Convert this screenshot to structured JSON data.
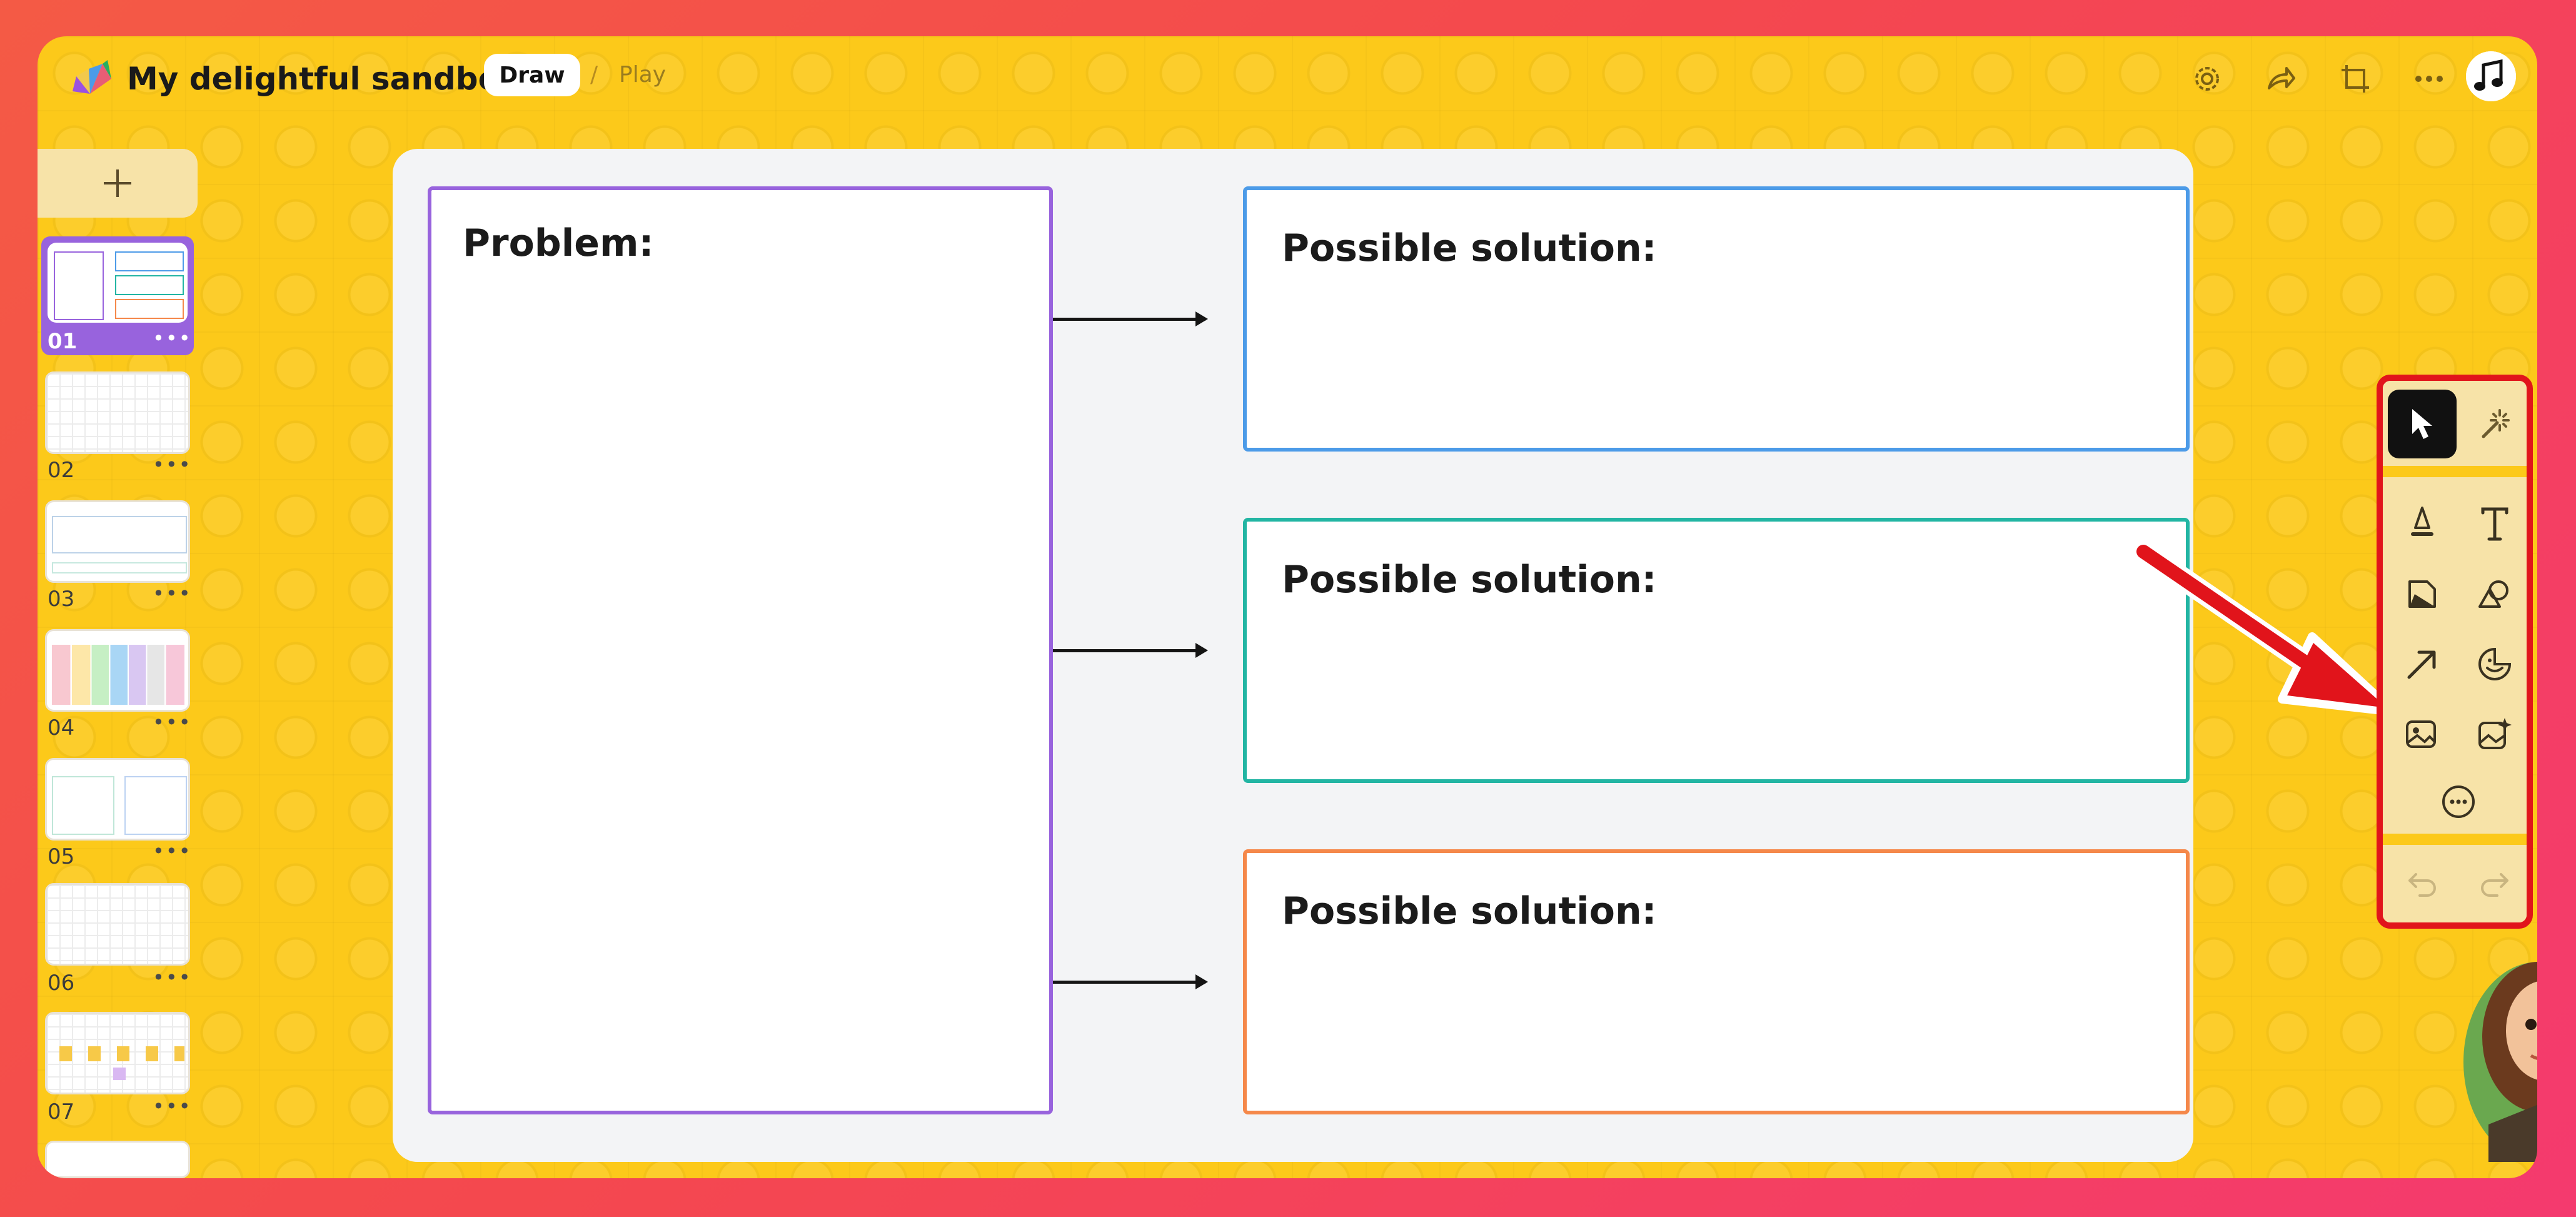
{
  "app": {
    "title": "My delightful sandbox",
    "modes": {
      "draw": "Draw",
      "separator": "/",
      "play": "Play"
    },
    "header_icons": [
      "gear-icon",
      "share-icon",
      "crop-icon",
      "more-icon",
      "music-avatar-icon"
    ]
  },
  "sidebar": {
    "add_icon": "plus-icon",
    "slides": [
      {
        "number": "01",
        "selected": true
      },
      {
        "number": "02"
      },
      {
        "number": "03"
      },
      {
        "number": "04"
      },
      {
        "number": "05"
      },
      {
        "number": "06"
      },
      {
        "number": "07"
      }
    ],
    "more_label": "•••"
  },
  "canvas": {
    "problem_label": "Problem:",
    "solutions": [
      {
        "label": "Possible solution:",
        "color": "#4c9be8"
      },
      {
        "label": "Possible solution:",
        "color": "#22b5a3"
      },
      {
        "label": "Possible solution:",
        "color": "#f5884a"
      }
    ],
    "problem_color": "#9863dd"
  },
  "toolbar": {
    "tools": [
      "cursor-icon",
      "magic-wand-icon",
      "pen-icon",
      "text-icon",
      "sticky-note-icon",
      "shapes-icon",
      "arrow-icon",
      "sticker-icon",
      "image-icon",
      "ai-image-icon",
      "more-tools-icon"
    ],
    "history": [
      "undo-icon",
      "redo-icon"
    ]
  },
  "colors": {
    "background": "#fcc91a",
    "accent_red": "#e1141b",
    "selected_purple": "#9863dd"
  }
}
